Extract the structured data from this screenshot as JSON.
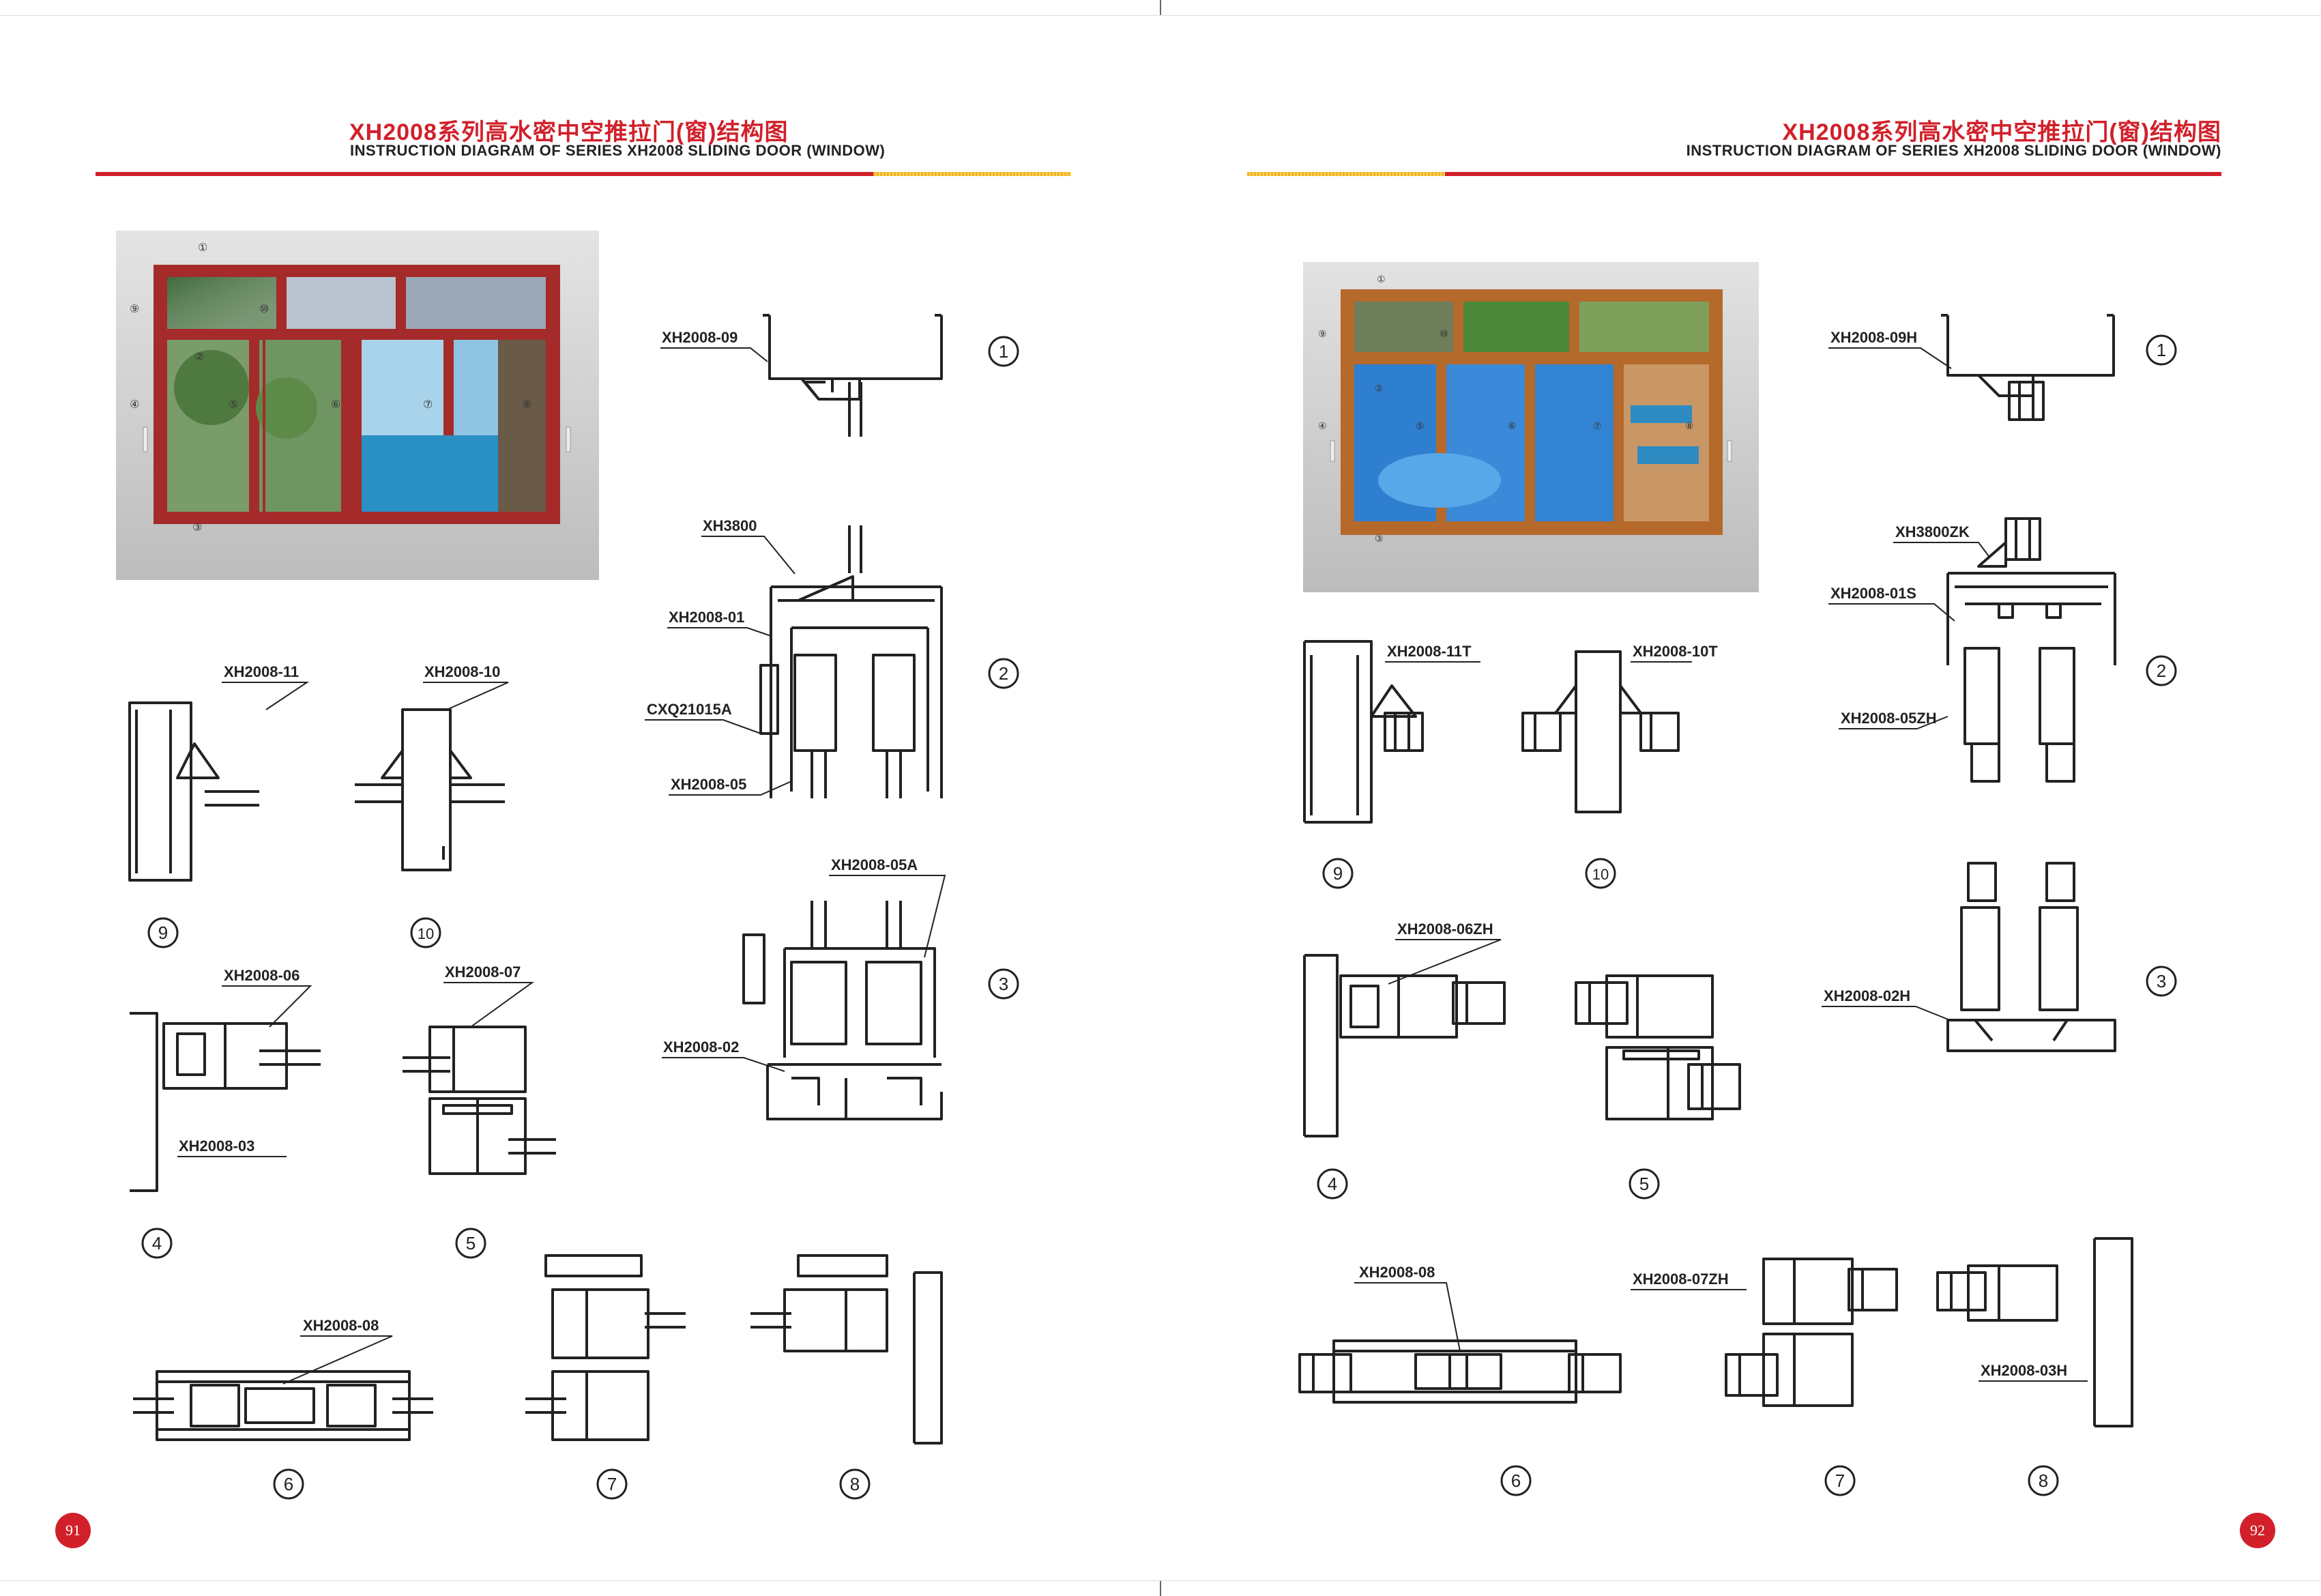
{
  "left_page": {
    "title_cn": "XH2008系列高水密中空推拉门(窗)结构图",
    "title_en": "INSTRUCTION DIAGRAM OF SERIES XH2008 SLIDING DOOR (WINDOW)",
    "page_number": "91",
    "photo_markers": [
      "①",
      "②",
      "③",
      "④",
      "⑤",
      "⑥",
      "⑦",
      "⑧",
      "⑨",
      "⑩"
    ],
    "labels": {
      "l09": "XH2008-09",
      "l3800": "XH3800",
      "l01": "XH2008-01",
      "lcxq": "CXQ21015A",
      "l05": "XH2008-05",
      "l05a": "XH2008-05A",
      "l02": "XH2008-02",
      "l11": "XH2008-11",
      "l10": "XH2008-10",
      "l06": "XH2008-06",
      "l07": "XH2008-07",
      "l03": "XH2008-03",
      "l08": "XH2008-08"
    },
    "circles": {
      "c1": "1",
      "c2": "2",
      "c3": "3",
      "c9": "9",
      "c10": "10",
      "c4": "4",
      "c5": "5",
      "c6": "6",
      "c7": "7",
      "c8": "8"
    }
  },
  "right_page": {
    "title_cn": "XH2008系列高水密中空推拉门(窗)结构图",
    "title_en": "INSTRUCTION DIAGRAM OF SERIES XH2008 SLIDING DOOR (WINDOW)",
    "page_number": "92",
    "photo_markers": [
      "①",
      "②",
      "③",
      "④",
      "⑤",
      "⑥",
      "⑦",
      "⑧",
      "⑨",
      "⑩"
    ],
    "labels": {
      "l09h": "XH2008-09H",
      "l3800zk": "XH3800ZK",
      "l01s": "XH2008-01S",
      "l05zh": "XH2008-05ZH",
      "l02h": "XH2008-02H",
      "l11t": "XH2008-11T",
      "l10t": "XH2008-10T",
      "l06zh": "XH2008-06ZH",
      "l08": "XH2008-08",
      "l07zh": "XH2008-07ZH",
      "l03h": "XH2008-03H"
    },
    "circles": {
      "c1": "1",
      "c2": "2",
      "c3": "3",
      "c9": "9",
      "c10": "10",
      "c4": "4",
      "c5": "5",
      "c6": "6",
      "c7": "7",
      "c8": "8"
    }
  },
  "colors": {
    "accent_red": "#d1202a",
    "accent_yellow": "#f2b31b",
    "left_frame": "#a52a2a",
    "right_frame": "#b5692a",
    "pool": "#2f7fd0"
  }
}
